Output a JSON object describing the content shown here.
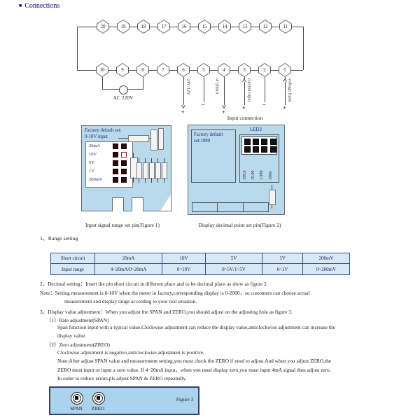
{
  "section": {
    "bullet": "■",
    "title": "Connections"
  },
  "icons": {
    "arrow_up": "hollow-triangle-up",
    "arrow_down": "hollow-triangle-down"
  },
  "terminal_diagram": {
    "top_terminals": [
      "20",
      "19",
      "18",
      "17",
      "16",
      "15",
      "14",
      "13",
      "12",
      "11"
    ],
    "bottom_terminals": [
      "10",
      "9",
      "8",
      "7",
      "6",
      "5",
      "4",
      "3",
      "2",
      "1"
    ],
    "power_label": "AC 220V",
    "supply_label": "24V/12V",
    "signal_label": "4~20mA",
    "current_input_label": "current input",
    "voltage_input_label": "voltage input",
    "plus": "+",
    "minus": "−",
    "caption": "Input connection"
  },
  "figure1": {
    "title_line1": "Factory default set:",
    "title_line2": "0-10V input",
    "range_options": [
      "20mA",
      "10V",
      "5V",
      "1V",
      "200mV"
    ],
    "selected_option": "10V",
    "caption": "Input signal range set pin(Figure 1)"
  },
  "figure2": {
    "led_label": "LED2",
    "default_line1": "Factory default",
    "default_line2": "set:1999",
    "decimal_options": [
      "199.9",
      "19.99",
      "1.999",
      "1999"
    ],
    "caption": "Display decimal point set pin(Figure 2)"
  },
  "range_setting": {
    "heading": "1、Range setting",
    "table": {
      "header": [
        "Short circuit",
        "20mA",
        "10V",
        "5V",
        "1V",
        "200mV"
      ],
      "row": [
        "Input range",
        "4~20mA/0~20mA",
        "0~10V",
        "0~5V/1~5V",
        "0~1V",
        "0~200mV"
      ]
    }
  },
  "instructions": {
    "lines": [
      "2、Decimal setting：Insert the pin short circuit in different place and to be decimal place as show as figure 2.",
      "Note：Setting measurement is 0-10V when the meter in factory,corresponding display is 0-2000，so customers can choose actual",
      "measurement and display range according to your real situation.",
      "3、Display value adjustment：When you adjust the SPAN and ZERO,you should adjust on the adjusting hole as figure 3.",
      "（1）Rate adjustment(SPAN)",
      "Span function input with a typical value,Clockwise adjustment can reduce the display value,anticlockwise adjustment can increase the",
      "display value.",
      "（2）Zero adjustment(ZREO)",
      "Clockwise adjustment is negative,anticlockwise adjustment is positive.",
      "Note:After adjust SPAN value and measurement setting,you must check the ZERO if need to adjust.And when you adjust ZERO,the",
      "ZERO must input or input a zero value. If 4~20mA input，when you need display zero,you must input 4mA signal then adjust zero.",
      "In order to reduce errors,pls adjust SPAN & ZERO repeatedly."
    ]
  },
  "figure3": {
    "span_label": "SPAN",
    "zero_label": "ZREO",
    "caption": "Figure 3"
  },
  "colors": {
    "accent_navy": "#00008b",
    "panel_blue": "#b9d9ec",
    "table_bg": "#d9e8f6",
    "table_border": "#31508f",
    "figure3_blue": "#abd3ec"
  }
}
